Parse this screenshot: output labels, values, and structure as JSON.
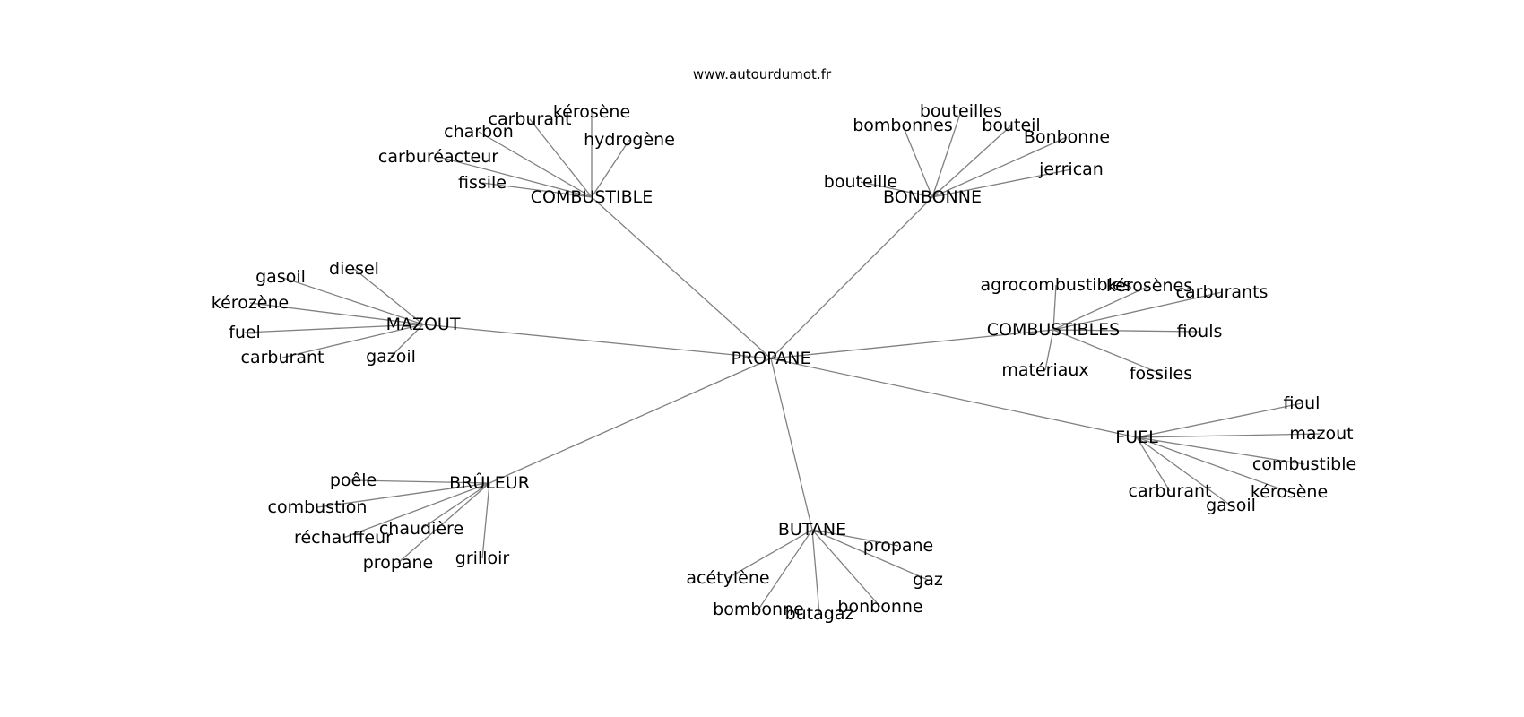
{
  "watermark": "www.autourdumot.fr",
  "graph": {
    "root": "PROPANE",
    "clusters": [
      {
        "hub": "COMBUSTIBLE",
        "leaves": [
          "kérosène",
          "carburant",
          "charbon",
          "hydrogène",
          "carburéacteur",
          "fissile"
        ]
      },
      {
        "hub": "BONBONNE",
        "leaves": [
          "bouteilles",
          "bombonnes",
          "bouteil",
          "Bonbonne",
          "jerrican",
          "bouteille"
        ]
      },
      {
        "hub": "MAZOUT",
        "leaves": [
          "diesel",
          "gasoil",
          "kérozène",
          "fuel",
          "carburant",
          "gazoil"
        ]
      },
      {
        "hub": "COMBUSTIBLES",
        "leaves": [
          "agrocombustibles",
          "kérosènes",
          "carburants",
          "fiouls",
          "matériaux",
          "fossiles"
        ]
      },
      {
        "hub": "FUEL",
        "leaves": [
          "fioul",
          "mazout",
          "combustible",
          "kérosène",
          "carburant",
          "gasoil"
        ]
      },
      {
        "hub": "BRÛLEUR",
        "leaves": [
          "poêle",
          "combustion",
          "chaudière",
          "réchauffeur",
          "propane",
          "grilloir"
        ]
      },
      {
        "hub": "BUTANE",
        "leaves": [
          "propane",
          "acétylène",
          "gaz",
          "bombonne",
          "butagaz",
          "bonbonne"
        ]
      }
    ]
  }
}
